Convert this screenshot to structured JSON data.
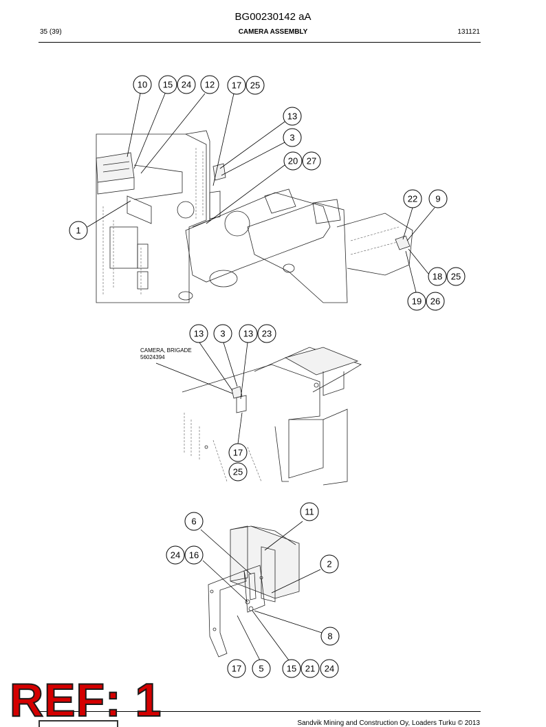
{
  "header": {
    "document_id": "BG00230142 aA",
    "page": "35 (39)",
    "title": "CAMERA ASSEMBLY",
    "code": "131121"
  },
  "views": {
    "top": {
      "callouts": [
        "10",
        "15",
        "24",
        "12",
        "17",
        "25",
        "13",
        "3",
        "20",
        "27",
        "22",
        "9",
        "1",
        "18",
        "25",
        "19",
        "26"
      ]
    },
    "middle": {
      "callouts": [
        "13",
        "3",
        "13",
        "23",
        "17",
        "25"
      ],
      "note_line1": "CAMERA, BRIGADE",
      "note_line2": "56024394"
    },
    "bottom": {
      "callouts": [
        "11",
        "6",
        "24",
        "16",
        "2",
        "8",
        "17",
        "5",
        "15",
        "21",
        "24"
      ]
    }
  },
  "footer": {
    "copyright": "Sandvik Mining and Construction Oy, Loaders Turku © 2013",
    "ref_stamp": "REF: 1"
  }
}
